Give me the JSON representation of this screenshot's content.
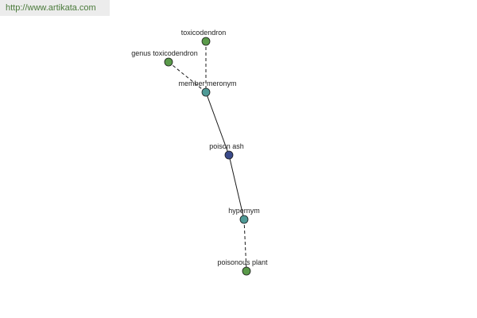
{
  "watermark": {
    "text": "http://www.artikata.com"
  },
  "colors": {
    "leaf": "#5a9a4a",
    "relation": "#4f9a96",
    "center": "#3a4a8a",
    "stroke": "#1a1a1a",
    "watermark_text": "#4a7a3a"
  },
  "nodes": [
    {
      "id": "toxicodendron",
      "label": "toxicodendron",
      "kind": "leaf"
    },
    {
      "id": "genus-toxicodendron",
      "label": "genus toxicodendron",
      "kind": "leaf"
    },
    {
      "id": "member-meronym",
      "label": "member meronym",
      "kind": "relation"
    },
    {
      "id": "poison-ash",
      "label": "poison ash",
      "kind": "center"
    },
    {
      "id": "hypernym",
      "label": "hypernym",
      "kind": "relation"
    },
    {
      "id": "poisonous-plant",
      "label": "poisonous plant",
      "kind": "leaf"
    }
  ],
  "edges": [
    {
      "from": "toxicodendron",
      "to": "member-meronym",
      "style": "dashed"
    },
    {
      "from": "genus-toxicodendron",
      "to": "member-meronym",
      "style": "dashed"
    },
    {
      "from": "member-meronym",
      "to": "poison-ash",
      "style": "solid"
    },
    {
      "from": "poison-ash",
      "to": "hypernym",
      "style": "solid"
    },
    {
      "from": "hypernym",
      "to": "poisonous-plant",
      "style": "dashed"
    }
  ]
}
